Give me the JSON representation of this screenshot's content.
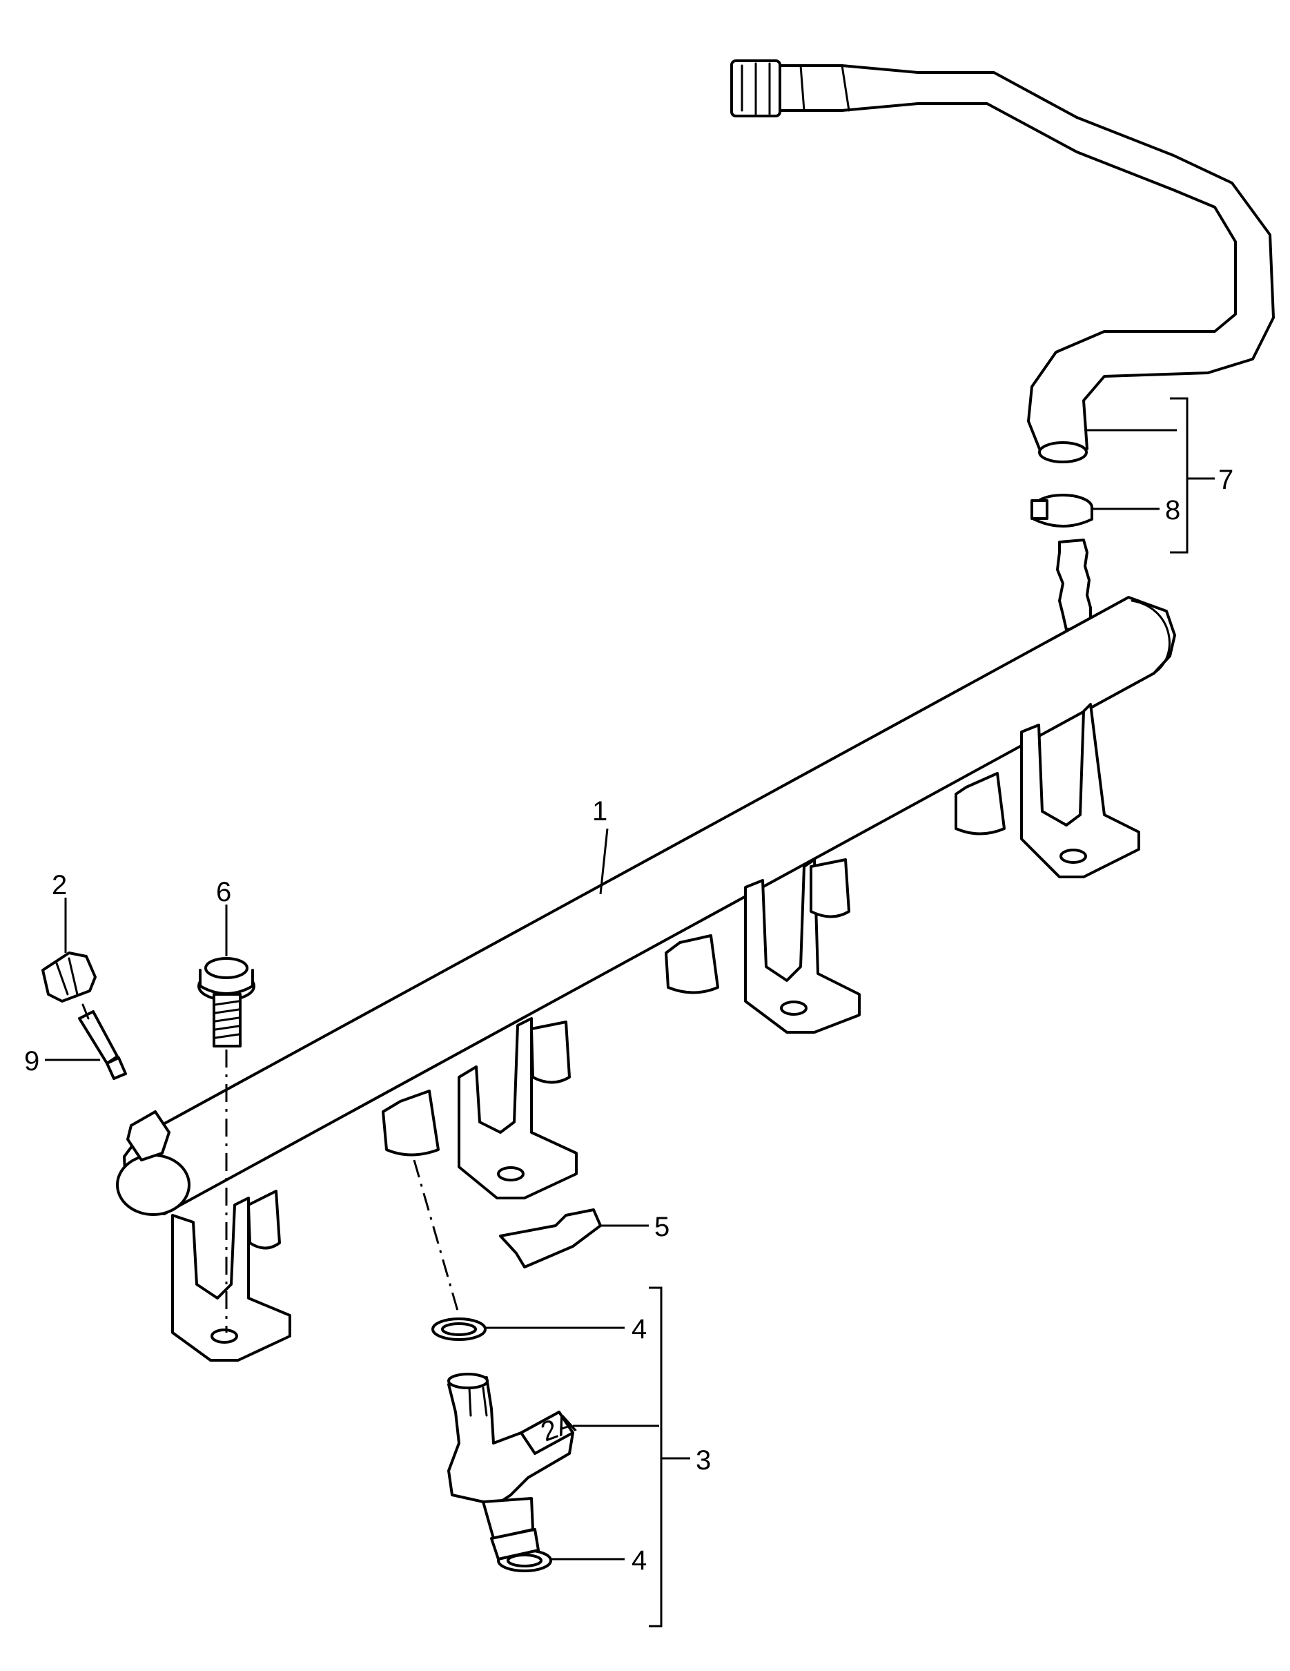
{
  "callouts": {
    "c1": "1",
    "c2": "2",
    "c3": "3",
    "c4_top": "4",
    "c4_bottom": "4",
    "c5": "5",
    "c6": "6",
    "c7": "7",
    "c8": "8",
    "c9": "9"
  },
  "injector_marking": "2A"
}
